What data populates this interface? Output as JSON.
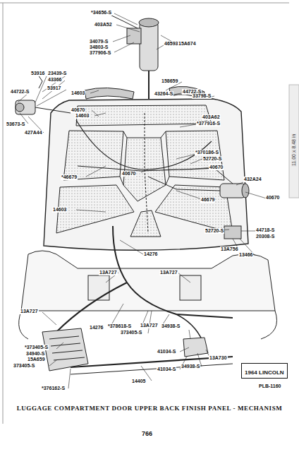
{
  "diagram": {
    "title": "LUGGAGE COMPARTMENT DOOR UPPER BACK FINISH PANEL - MECHANISM",
    "nodes": [
      {
        "text": [
          "1964 LINCOLN"
        ]
      }
    ],
    "labels": [
      "*34656-S",
      "403A52",
      "34079-S",
      "34803-S",
      "377906-S",
      "46593",
      "15A674",
      "53916",
      "23439-S",
      "43366",
      "53917",
      "14603",
      "158659",
      "44722-S",
      "43264-S",
      "44722-S",
      "33798-S",
      "53673-S",
      "427A44",
      "40670",
      "14603",
      "403A62",
      "*377916-S",
      "*370186-S",
      "52720-S",
      "40670",
      "40670",
      "*46679",
      "432A24",
      "40670",
      "46679",
      "14603",
      "52720-S",
      "44718-S",
      "20308-S",
      "13A756",
      "13466",
      "14276",
      "13A727",
      "13A727",
      "13A727",
      "14276",
      "*378618-S",
      "373405-S",
      "13A727",
      "34938-S",
      "*373405-S",
      "34940-S",
      "15A659",
      "373405-S",
      "41034-S",
      "34938-S",
      "41034-S",
      "13A730",
      "14405",
      "*376162-S",
      "PLB-1160",
      "766",
      "11.00 x 8.48 in"
    ]
  }
}
